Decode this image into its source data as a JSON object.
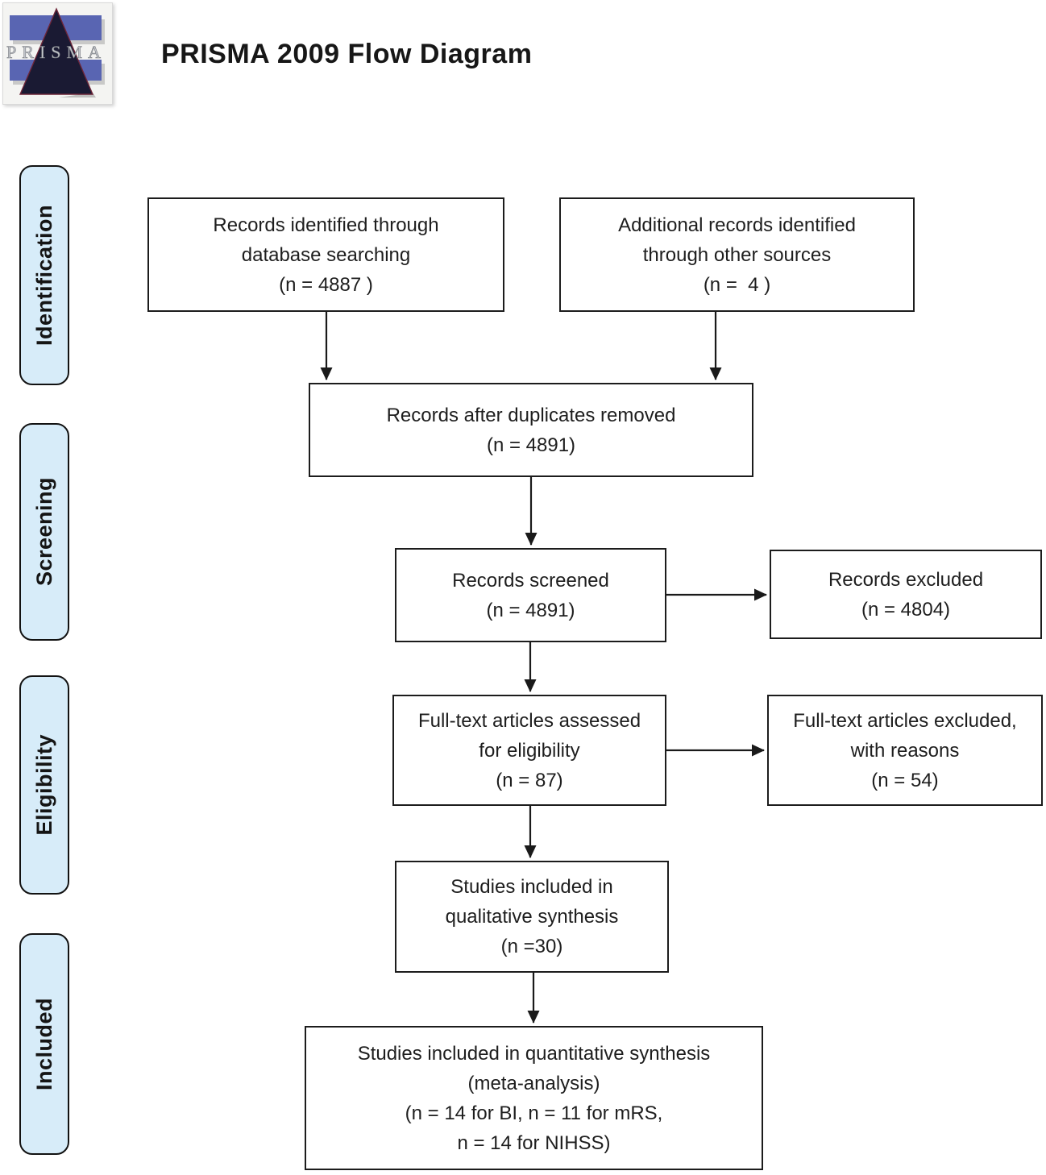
{
  "header": {
    "title": "PRISMA 2009 Flow Diagram",
    "logo": {
      "text": "PRISMA"
    }
  },
  "sidebar": {
    "stages": [
      {
        "label": "Identification"
      },
      {
        "label": "Screening"
      },
      {
        "label": "Eligibility"
      },
      {
        "label": "Included"
      }
    ]
  },
  "flow": {
    "boxes": [
      {
        "name": "records-identified",
        "lines": [
          "Records identified through",
          "database searching",
          "(n = 4887 )"
        ]
      },
      {
        "name": "additional-records",
        "lines": [
          "Additional records identified",
          "through other sources",
          "(n =  4 )"
        ]
      },
      {
        "name": "duplicates-removed",
        "lines": [
          "Records after duplicates removed",
          "(n = 4891)"
        ]
      },
      {
        "name": "records-screened",
        "lines": [
          "Records screened",
          "(n = 4891)"
        ]
      },
      {
        "name": "records-excluded",
        "lines": [
          "Records excluded",
          "(n = 4804)"
        ]
      },
      {
        "name": "fulltext-assessed",
        "lines": [
          "Full-text articles assessed",
          "for eligibility",
          "(n = 87)"
        ]
      },
      {
        "name": "fulltext-excluded",
        "lines": [
          "Full-text articles excluded,",
          "with reasons",
          "(n = 54)"
        ]
      },
      {
        "name": "qualitative-synthesis",
        "lines": [
          "Studies included in",
          "qualitative synthesis",
          "(n =30)"
        ]
      },
      {
        "name": "quantitative-synthesis",
        "lines": [
          "Studies included in quantitative synthesis",
          "(meta-analysis)",
          "(n = 14 for BI, n = 11 for mRS,",
          "n = 14 for NIHSS)"
        ]
      }
    ]
  },
  "colors": {
    "stage_fill": "#d7ecf9",
    "box_border": "#1c1c1c",
    "text": "#1e1e1e",
    "logo_blue": "#5965b2",
    "logo_triangle": "#1a1a33"
  }
}
